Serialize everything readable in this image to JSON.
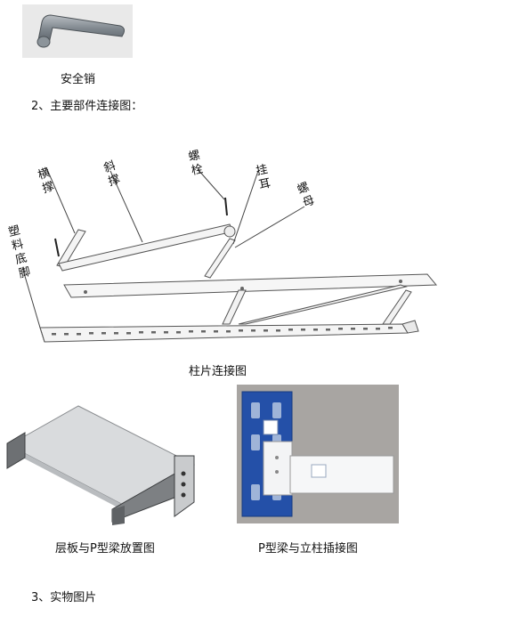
{
  "doc": {
    "caption_safety_pin": "安全销",
    "section2_heading": "2、主要部件连接图：",
    "diagram_labels": {
      "crossbar": "横撑",
      "diagonal": "斜撑",
      "bolt": "螺栓",
      "hanging_ear": "挂耳",
      "nut": "螺母",
      "plastic_foot": "塑料底脚"
    },
    "caption_column_connection": "柱片连接图",
    "caption_shelf_on_beam": "层板与P型梁放置图",
    "caption_beam_to_upright": "P型梁与立柱插接图",
    "section3_heading": "3、实物图片"
  },
  "icons": {
    "safety_pin": "l-shaped-pin-photo",
    "column_diagram": "column-frame-diagram",
    "shelf_photo": "shelf-panel-render",
    "beam_photo": "beam-upright-photo"
  }
}
